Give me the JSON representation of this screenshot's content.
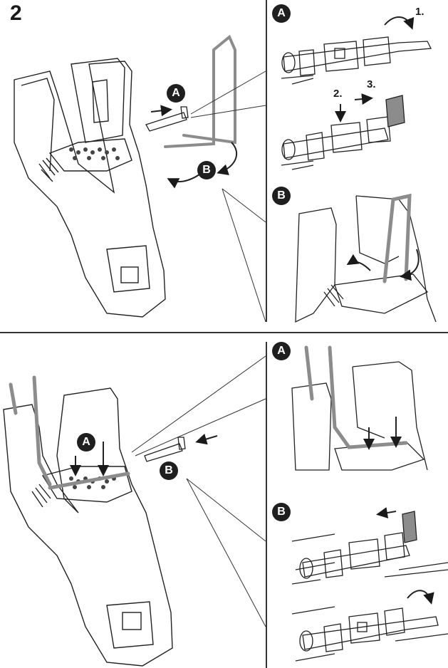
{
  "step": {
    "number": "2"
  },
  "callouts": {
    "a": "A",
    "b": "B"
  },
  "sequence": {
    "one": "1.",
    "two": "2.",
    "three": "3."
  },
  "colors": {
    "ink": "#1a1a1a",
    "badge": "#1f1f1f",
    "line": "#333333",
    "rod": "#8c8c8c"
  }
}
